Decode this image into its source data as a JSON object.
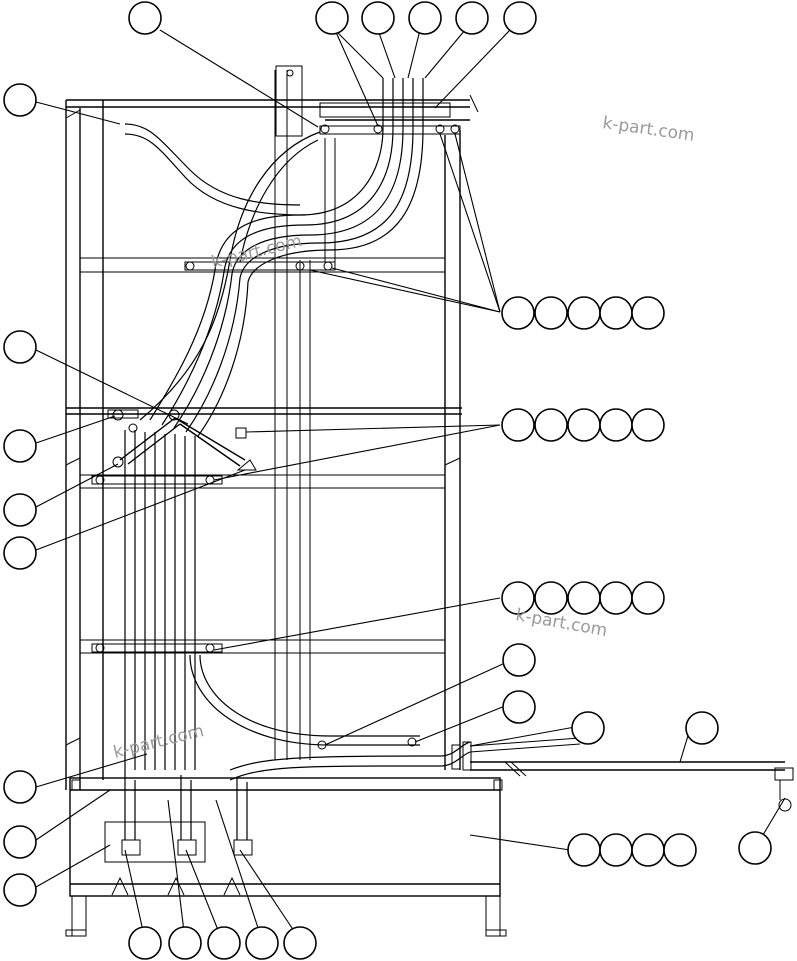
{
  "watermark": "k-part.com",
  "callout_groups": [
    {
      "id": "top-row",
      "count": 5
    },
    {
      "id": "upper-left",
      "count": 1
    },
    {
      "id": "frame-top-clamp",
      "count": 1
    },
    {
      "id": "right-upper-clamps",
      "count": 5
    },
    {
      "id": "left-mid-brackets",
      "count": 4
    },
    {
      "id": "right-mid-clamps",
      "count": 5
    },
    {
      "id": "right-lower-clamps",
      "count": 5
    },
    {
      "id": "right-hose-clips",
      "count": 2
    },
    {
      "id": "right-fittings",
      "count": 2
    },
    {
      "id": "pan-plate",
      "count": 4
    },
    {
      "id": "bottom-right-fitting",
      "count": 1
    },
    {
      "id": "left-lower",
      "count": 3
    },
    {
      "id": "bottom-row",
      "count": 5
    }
  ]
}
